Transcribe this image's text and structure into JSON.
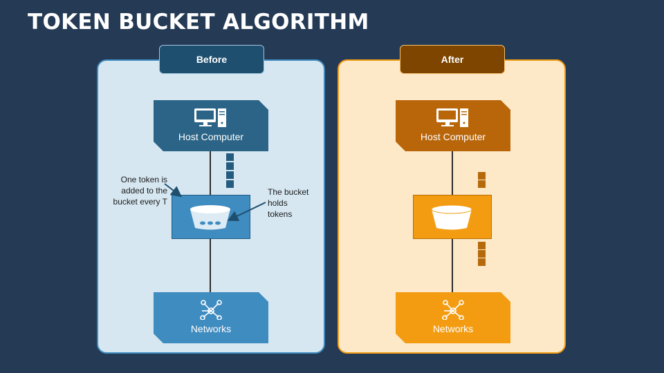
{
  "title": "TOKEN BUCKET ALGORITHM",
  "before": {
    "tab_label": "Before",
    "host_label": "Host Computer",
    "network_label": "Networks",
    "note_left": [
      "One token is",
      "added to the",
      "bucket every T"
    ],
    "note_right": [
      "The bucket",
      "holds",
      "tokens"
    ]
  },
  "after": {
    "tab_label": "After",
    "host_label": "Host Computer",
    "network_label": "Networks"
  },
  "icons": {
    "host": "desktop-computer-icon",
    "network": "network-hub-icon",
    "bucket": "bucket-icon"
  },
  "colors": {
    "background": "#243a55",
    "before_panel": "#d6e7f1",
    "before_accent": "#3f8cc0",
    "before_dark": "#2b6487",
    "after_panel": "#fde8c8",
    "after_accent": "#f39c12",
    "after_dark": "#b9660a"
  }
}
